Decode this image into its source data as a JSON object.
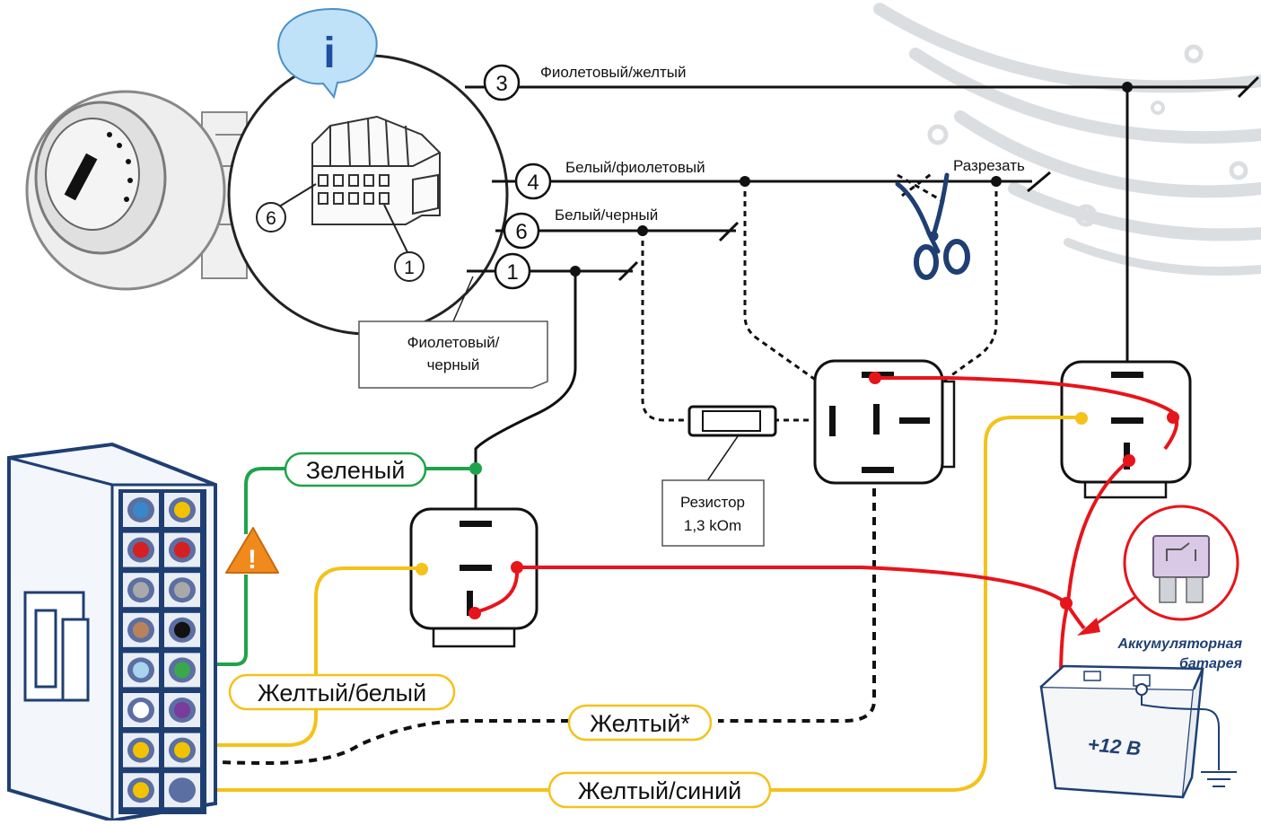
{
  "connector": {
    "info_badge": "i",
    "pin_labels": [
      "6",
      "1"
    ]
  },
  "wires": {
    "pin3": {
      "number": "3",
      "color_label": "Фиолетовый/желтый"
    },
    "pin4": {
      "number": "4",
      "color_label": "Белый/фиолетовый"
    },
    "pin6": {
      "number": "6",
      "color_label": "Белый/черный"
    },
    "pin1": {
      "number": "1",
      "color_label_line1": "Фиолетовый/",
      "color_label_line2": "черный"
    }
  },
  "cut_label": "Разрезать",
  "resistor": {
    "line1": "Резистор",
    "line2": "1,3 kOm"
  },
  "module_wires": {
    "green": "Зеленый",
    "yellow_white": "Желтый/белый",
    "yellow": "Желтый*",
    "yellow_blue": "Желтый/синий"
  },
  "warning_symbol": "!",
  "battery": {
    "title_line1": "Аккумуляторная",
    "title_line2": "батарея",
    "voltage": "+12 В"
  },
  "terminal_colors": [
    "#3a87c8",
    "#f2c200",
    "#d42020",
    "#d42020",
    "#a9a9a9",
    "#a9a9a9",
    "#b8835a",
    "#111111",
    "#a6d4ee",
    "#3aa84a",
    "#ffffff",
    "#7a3b9a",
    "#f2c200",
    "#f2c200",
    "#f2c200",
    "#5b6fa3"
  ],
  "colors": {
    "wire_red": "#e8141b",
    "wire_yellow": "#f4c21a",
    "wire_green": "#1fa34a",
    "navy": "#1f3f73",
    "warning": "#f08a1c"
  }
}
